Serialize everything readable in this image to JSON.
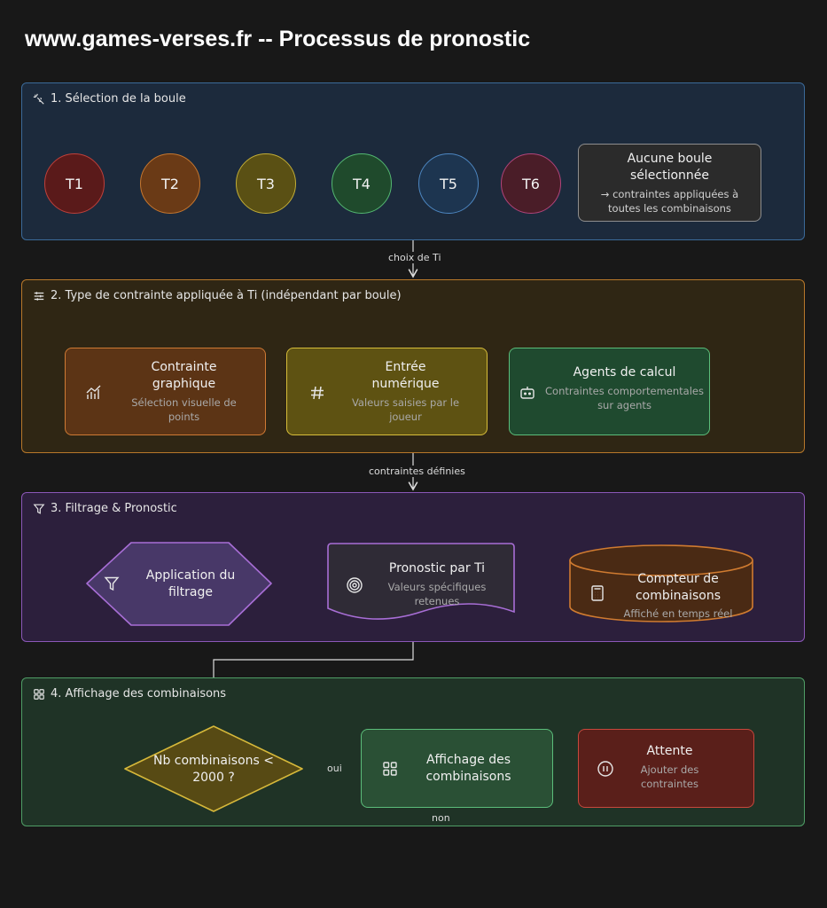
{
  "title": "www.games-verses.fr -- Processus de pronostic",
  "sections": {
    "s1": {
      "title": "1. Sélection de la boule"
    },
    "s2": {
      "title": "2. Type de contrainte appliquée à Ti (indépendant par boule)"
    },
    "s3": {
      "title": "3. Filtrage & Pronostic"
    },
    "s4": {
      "title": "4. Affichage des combinaisons"
    }
  },
  "balls": [
    {
      "label": "T1",
      "color": "#5a1a1a",
      "border": "#c0403a"
    },
    {
      "label": "T2",
      "color": "#6a3a16",
      "border": "#c7772e"
    },
    {
      "label": "T3",
      "color": "#5a5014",
      "border": "#c2ad36"
    },
    {
      "label": "T4",
      "color": "#1f4a2c",
      "border": "#54b872"
    },
    {
      "label": "T5",
      "color": "#1d3550",
      "border": "#4d87c2"
    },
    {
      "label": "T6",
      "color": "#4a1d28",
      "border": "#b2447a"
    }
  ],
  "no_ball": {
    "main": "Aucune boule sélectionnée",
    "sub": "→ contraintes appliquées à toutes les combinaisons"
  },
  "arrows": {
    "a1": "choix de Ti",
    "a2": "contraintes définies",
    "yes": "oui",
    "no": "non"
  },
  "constraints": [
    {
      "main": "Contrainte graphique",
      "sub": "Sélection visuelle de points",
      "icon": "chart-icon"
    },
    {
      "main": "Entrée numérique",
      "sub": "Valeurs saisies par le joueur",
      "icon": "hash-icon"
    },
    {
      "main": "Agents de calcul",
      "sub": "Contraintes comportementales sur agents",
      "icon": "bot-icon"
    }
  ],
  "filter": {
    "apply": "Application du filtrage",
    "pronostic": {
      "main": "Pronostic par Ti",
      "sub": "Valeurs spécifiques retenues"
    },
    "counter": {
      "main": "Compteur de combinaisons",
      "sub": "Affiché en temps réel"
    }
  },
  "display": {
    "decision": "Nb combinaisons < 2000 ?",
    "show": "Affichage des combinaisons",
    "wait": {
      "main": "Attente",
      "sub": "Ajouter des contraintes"
    }
  }
}
